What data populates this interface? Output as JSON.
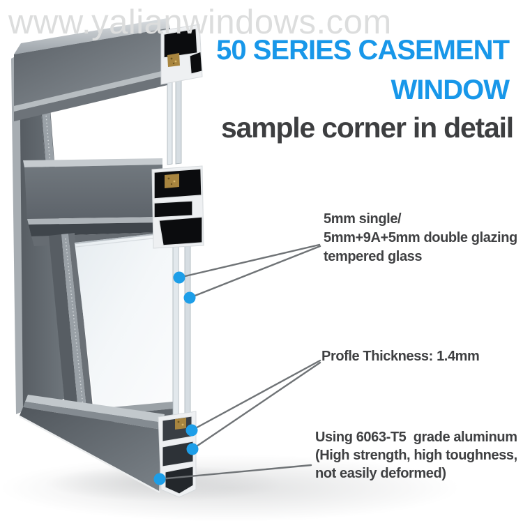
{
  "watermark": {
    "text": "www.yalianwindows.com"
  },
  "header": {
    "title_line1": "50 SERIES CASEMENT",
    "title_line2": "WINDOW",
    "subtitle": "sample corner in detail"
  },
  "annotations": {
    "glazing": {
      "lines": [
        "5mm single/",
        "5mm+9A+5mm double glazing",
        "tempered glass"
      ]
    },
    "profile_thickness": {
      "lines": [
        "Profle Thickness: 1.4mm"
      ]
    },
    "aluminum_grade": {
      "lines": [
        "Using 6063-T5  grade aluminum",
        "(High strength, high toughness,",
        "not easily deformed)"
      ]
    }
  },
  "colors": {
    "accent": "#1897e9",
    "heading": "#3d3e40",
    "annotation": "#3f4042",
    "watermark": "#dcdddd",
    "marker": "#1d9ee8",
    "leader": "#6f7376"
  },
  "render": {
    "description": "aluminum casement window corner cutaway profile"
  }
}
